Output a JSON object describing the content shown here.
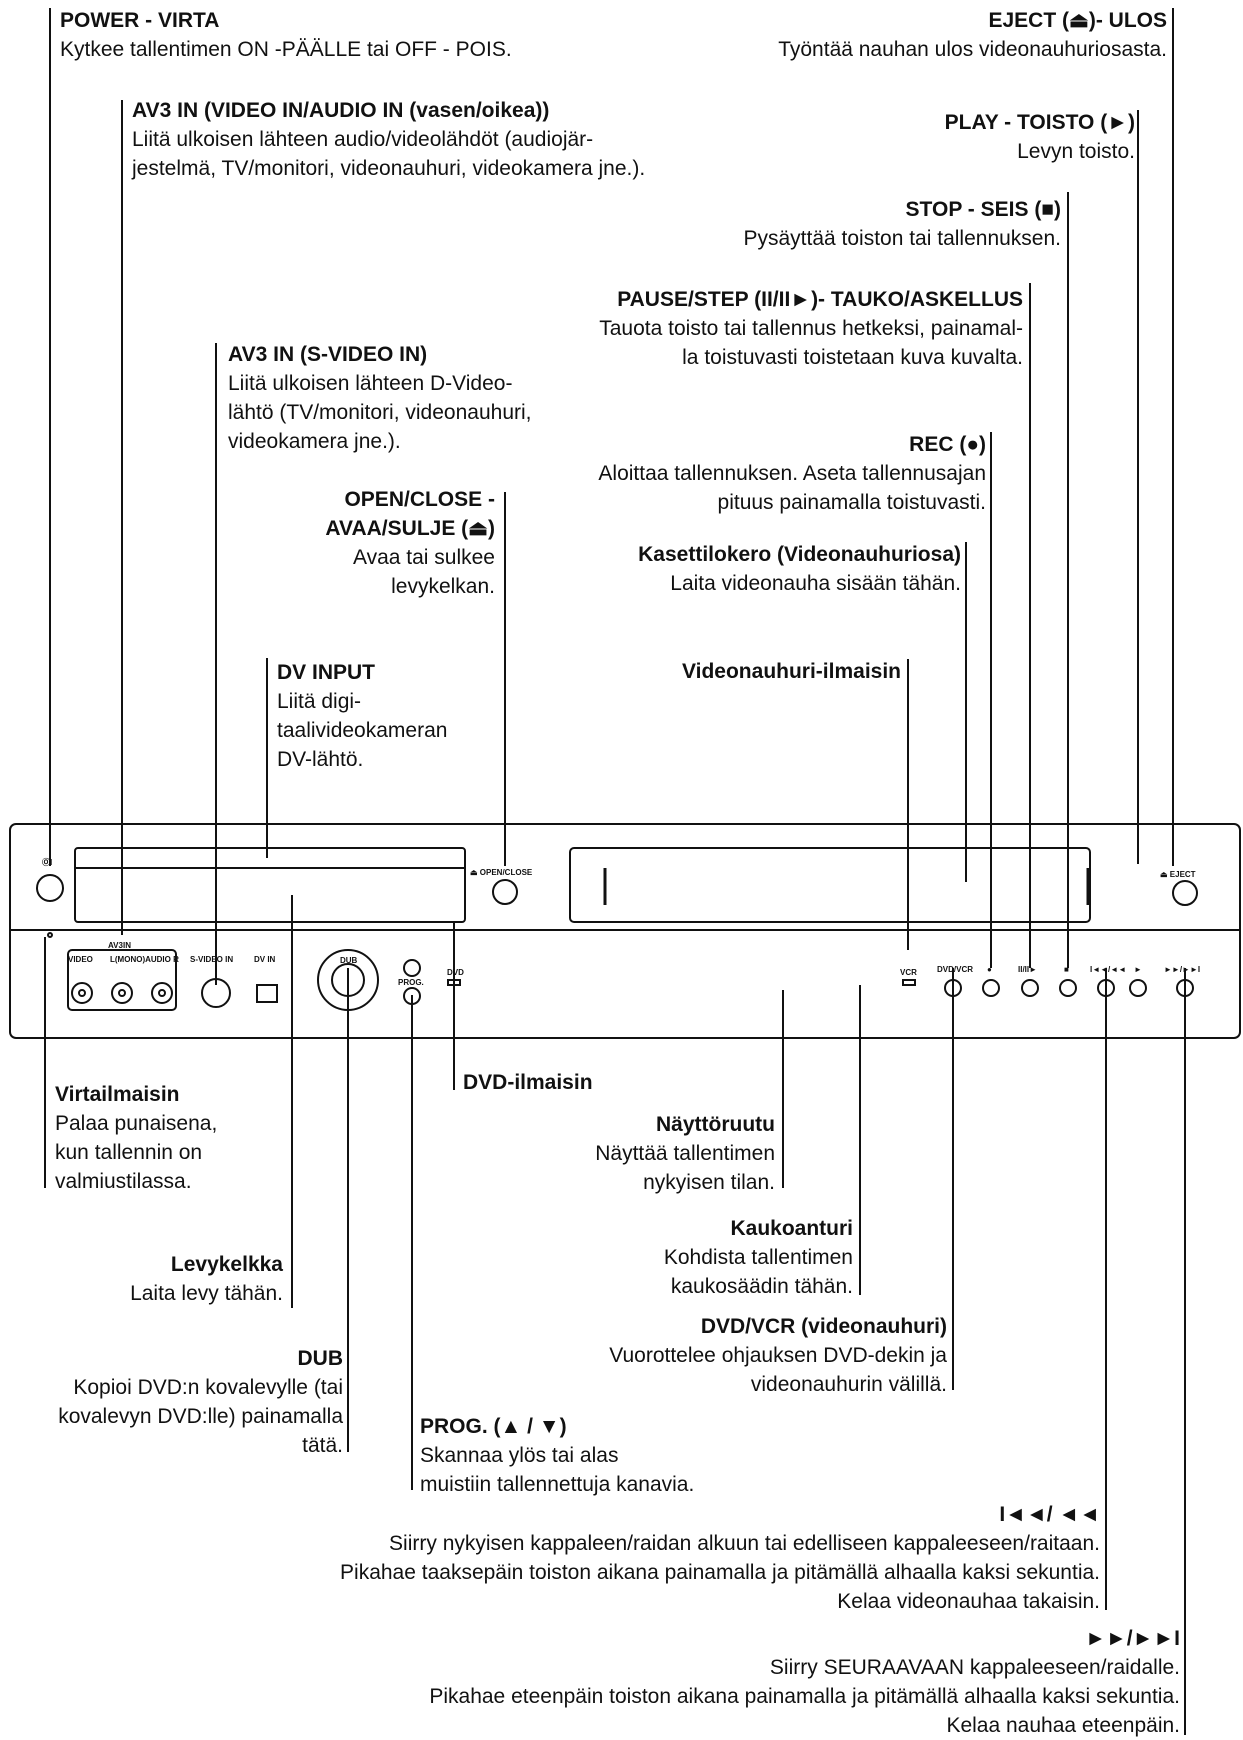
{
  "callouts": {
    "power": {
      "title": "POWER - VIRTA",
      "desc": [
        "Kytkee tallentimen ON -PÄÄLLE tai OFF - POIS."
      ]
    },
    "eject": {
      "title": "EJECT (⏏)- ULOS",
      "desc": [
        "Työntää nauhan ulos videonauhuriosasta."
      ]
    },
    "av3_in": {
      "title": "AV3 IN (VIDEO IN/AUDIO IN (vasen/oikea))",
      "desc": [
        "Liitä ulkoisen lähteen audio/videolähdöt (audiojär-",
        "jestelmä, TV/monitori, videonauhuri, videokamera jne.)."
      ]
    },
    "play": {
      "title": "PLAY - TOISTO (►)",
      "desc": [
        "Levyn toisto."
      ]
    },
    "stop": {
      "title": "STOP - SEIS (■)",
      "desc": [
        "Pysäyttää toiston tai tallennuksen."
      ]
    },
    "pause": {
      "title": "PAUSE/STEP (II/II►)- TAUKO/ASKELLUS",
      "desc": [
        "Tauota toisto tai tallennus hetkeksi, painamal-",
        "la toistuvasti toistetaan kuva kuvalta."
      ]
    },
    "svideo": {
      "title": "AV3 IN (S-VIDEO IN)",
      "desc": [
        "Liitä ulkoisen lähteen D-Video-",
        "lähtö (TV/monitori, videonauhuri,",
        "videokamera jne.)."
      ]
    },
    "rec": {
      "title": "REC (●)",
      "desc": [
        "Aloittaa tallennuksen. Aseta tallennusajan",
        "pituus painamalla toistuvasti."
      ]
    },
    "open_close": {
      "title": "OPEN/CLOSE -",
      "title2": "AVAA/SULJE (⏏)",
      "desc": [
        "Avaa tai sulkee",
        "levykelkan."
      ]
    },
    "cassette": {
      "title": "Kasettilokero (Videonauhuriosa)",
      "desc": [
        "Laita videonauha sisään tähän."
      ]
    },
    "dv_input": {
      "title": "DV INPUT",
      "desc": [
        "Liitä digi-",
        "taalivideokameran",
        "DV-lähtö."
      ]
    },
    "vcr_ind": {
      "title": "Videonauhuri-ilmaisin"
    },
    "power_ind": {
      "title": "Virtailmaisin",
      "desc": [
        "Palaa punaisena,",
        "kun tallennin on",
        "valmiustilassa."
      ]
    },
    "dvd_ind": {
      "title": "DVD-ilmaisin"
    },
    "display": {
      "title": "Näyttöruutu",
      "desc": [
        "Näyttää tallentimen",
        "nykyisen tilan."
      ]
    },
    "disc_tray": {
      "title": "Levykelkka",
      "desc": [
        "Laita levy tähän."
      ]
    },
    "remote": {
      "title": "Kaukoanturi",
      "desc": [
        "Kohdista tallentimen",
        "kaukosäädin tähän."
      ]
    },
    "dvd_vcr": {
      "title": "DVD/VCR (videonauhuri)",
      "desc": [
        "Vuorottelee ohjauksen DVD-dekin ja",
        "videonauhurin välillä."
      ]
    },
    "dub": {
      "title": "DUB",
      "desc": [
        "Kopioi DVD:n kovalevylle (tai",
        "kovalevyn DVD:lle) painamalla",
        "tätä."
      ]
    },
    "prog": {
      "title": "PROG. (▲ / ▼)",
      "desc": [
        "Skannaa ylös tai alas",
        "muistiin tallennettuja kanavia."
      ]
    },
    "prev": {
      "title": "I◄◄/ ◄◄",
      "desc": [
        "Siirry nykyisen kappaleen/raidan alkuun tai edelliseen kappaleeseen/raitaan.",
        "Pikahae taaksepäin toiston aikana painamalla ja pitämällä alhaalla  kaksi sekuntia.",
        "Kelaa videonauhaa takaisin."
      ]
    },
    "next": {
      "title": "►►/►►I",
      "desc": [
        "Siirry SEURAAVAAN kappaleeseen/raidalle.",
        "Pikahae eteenpäin toiston aikana painamalla ja pitämällä alhaalla kaksi sekuntia.",
        "Kelaa nauhaa eteenpäin."
      ]
    }
  },
  "device": {
    "power_label": "ⓄI",
    "open_close_label": "⏏ OPEN/CLOSE",
    "eject_label": "⏏ EJECT",
    "av3in_label": "AV3IN",
    "video_label": "VIDEO",
    "audio_label": "L(MONO)AUDIO R",
    "svideo_label": "S-VIDEO IN",
    "dvin_label": "DV IN",
    "dub_label": "DUB",
    "prog_label": "PROG.",
    "dvd_label": "DVD",
    "vcr_label": "VCR",
    "dvdvcr_label": "DVD/VCR",
    "rec_label": "●",
    "pause_label": "II/II►",
    "stop_label": "■",
    "prev_label": "I◄◄/◄◄",
    "play_label": "►",
    "next_label": "►►/►►I"
  }
}
